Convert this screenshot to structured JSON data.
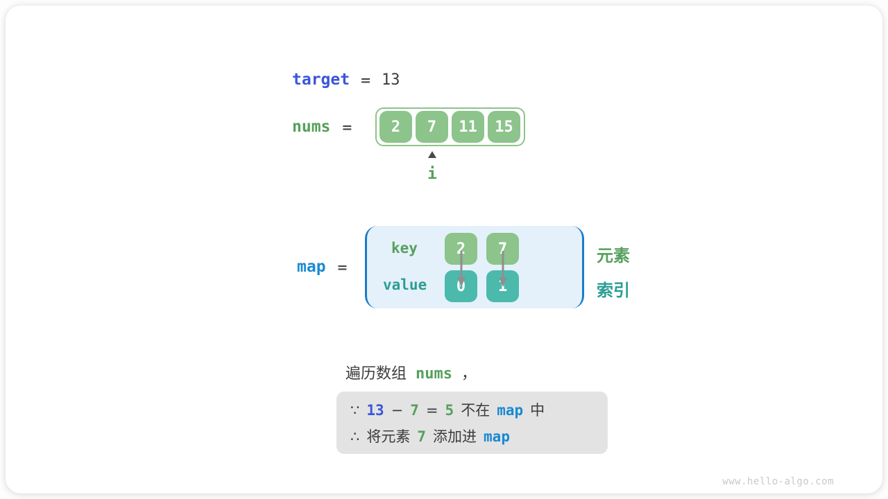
{
  "target_row": {
    "name": "target",
    "op": "=",
    "value": "13"
  },
  "nums_row": {
    "name": "nums",
    "op": "=",
    "cells": [
      "2",
      "7",
      "11",
      "15"
    ],
    "pointer": "i"
  },
  "map_row": {
    "name": "map",
    "op": "=",
    "key_label": "key",
    "value_label": "value",
    "entries": [
      {
        "key": "2",
        "value": "0"
      },
      {
        "key": "7",
        "value": "1"
      }
    ],
    "element_label": "元素",
    "index_label": "索引"
  },
  "caption": {
    "text_before": "遍历数组",
    "code": "nums",
    "text_after": "，"
  },
  "note": {
    "line1": {
      "sym": "∵",
      "num1": "13",
      "minus": "−",
      "num2": "7",
      "eq": "=",
      "num3": "5",
      "text1": "不在",
      "code": "map",
      "text2": "中"
    },
    "line2": {
      "sym": "∴",
      "text1": "将元素",
      "num": "7",
      "text2": "添加进",
      "code": "map"
    }
  },
  "watermark": "www.hello-algo.com",
  "colors": {
    "target_blue": "#3b55d9",
    "map_azure": "#1b89d2",
    "green_text": "#56a05c",
    "teal_text": "#2b9e94",
    "array_green": "#8cc48b",
    "value_teal": "#4cb9ad",
    "map_bg": "#e4f1fa",
    "map_bracket": "#1a7cc9",
    "note_bg": "#e3e3e3",
    "arrow_gray": "#8f8f8f"
  }
}
